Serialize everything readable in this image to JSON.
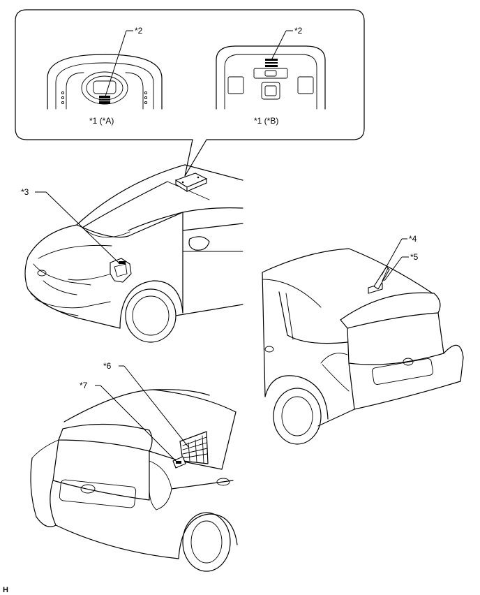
{
  "callouts": {
    "c1a": "*1 (*A)",
    "c1b": "*1 (*B)",
    "c2a": "*2",
    "c2b": "*2",
    "c3": "*3",
    "c4": "*4",
    "c5": "*5",
    "c6": "*6",
    "c7": "*7"
  },
  "footer_code": "H",
  "icons": {
    "front_car": "front-three-quarter-car-icon",
    "rear_car_right": "rear-three-quarter-car-icon",
    "rear_car_left": "rear-three-quarter-car-icon",
    "roof_console_a": "overhead-console-a-icon",
    "roof_console_b": "overhead-console-b-icon"
  }
}
